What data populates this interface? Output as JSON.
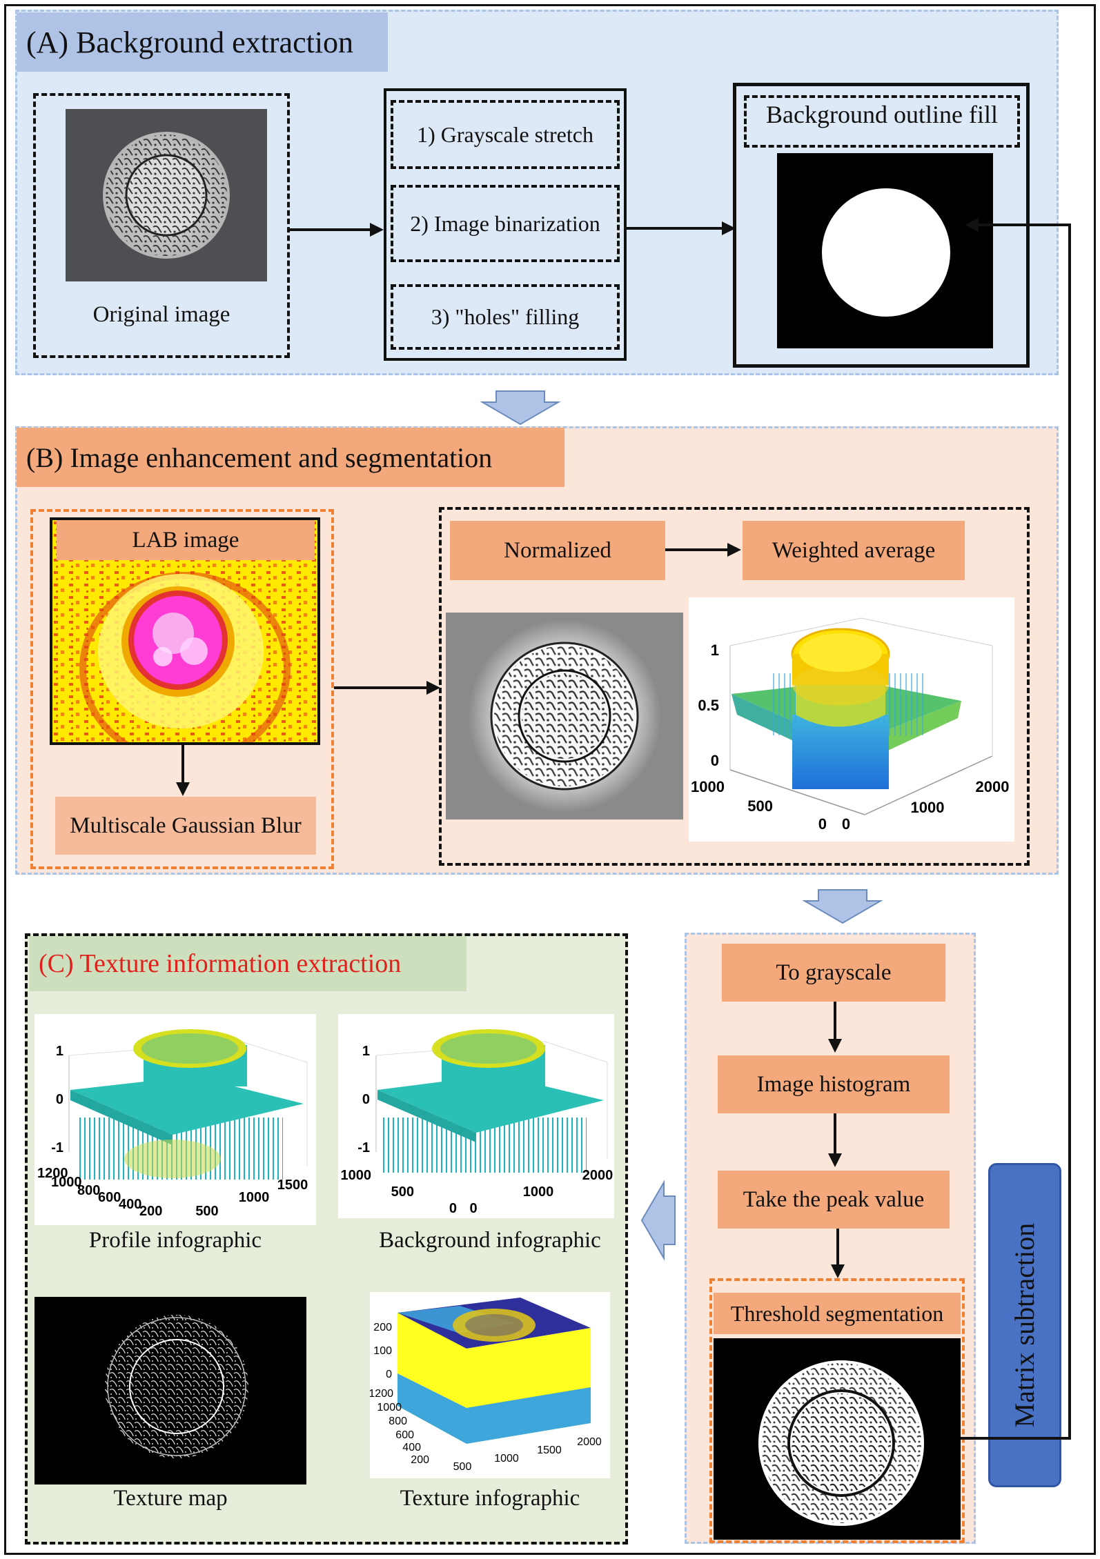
{
  "section_a": {
    "title": "(A) Background extraction",
    "original_image_label": "Original image",
    "steps": [
      "1) Grayscale stretch",
      "2) Image binarization",
      "3) \"holes\" filling"
    ],
    "outline_fill_label": "Background outline fill"
  },
  "section_b": {
    "title": "(B) Image enhancement and segmentation",
    "lab_image_label": "LAB image",
    "blur_label": "Multiscale Gaussian Blur",
    "normalized_label": "Normalized",
    "weighted_label": "Weighted average",
    "plot_ticks": {
      "z": [
        "1",
        "0.5",
        "0"
      ],
      "left": [
        "1000",
        "500",
        "0"
      ],
      "right": [
        "0",
        "1000",
        "2000"
      ]
    }
  },
  "right_flow": {
    "steps": [
      "To grayscale",
      "Image histogram",
      "Take the peak value"
    ],
    "threshold_label": "Threshold segmentation",
    "matrix_label": "Matrix subtraction"
  },
  "section_c": {
    "title": "(C) Texture information extraction",
    "profile_label": "Profile infographic",
    "background_label": "Background infographic",
    "texture_map_label": "Texture map",
    "texture_info_label": "Texture infographic",
    "profile_ticks": {
      "z": [
        "1",
        "0",
        "-1"
      ],
      "left": "1200",
      "lefts": [
        "1000",
        "800",
        "600",
        "400",
        "200"
      ],
      "right": [
        "500",
        "1000",
        "1500"
      ]
    },
    "background_ticks": {
      "z": [
        "1",
        "0",
        "-1"
      ],
      "left": [
        "1000",
        "500",
        "0"
      ],
      "right": [
        "0",
        "1000",
        "2000"
      ]
    },
    "texture_ticks": {
      "z": [
        "200",
        "100",
        "0"
      ],
      "left": [
        "1200",
        "1000",
        "800",
        "600",
        "400",
        "200"
      ],
      "right": [
        "500",
        "1000",
        "1500",
        "2000"
      ]
    }
  },
  "colors": {
    "blue_panel": "#dde9f6",
    "orange_panel": "#fbe6d9",
    "green_panel": "#e6eedb",
    "orange_box": "#f4a97d",
    "blue_label": "#aec3e6",
    "matrix_box": "#4a72c4",
    "red_title": "#e0201b"
  }
}
